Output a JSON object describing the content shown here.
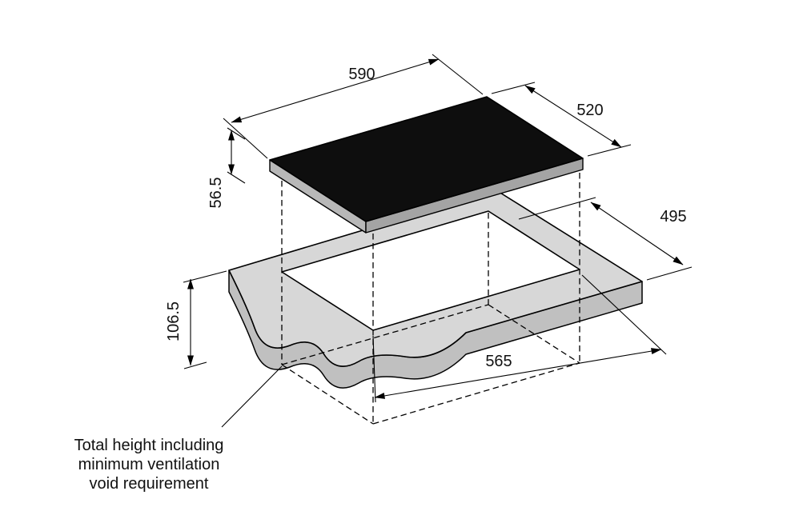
{
  "palette": {
    "background": "#ffffff",
    "line": "#000000",
    "hob_glass": "#0e0e0e",
    "hob_trim": "#b8b8b8",
    "hob_trim_dark": "#a4a4a4",
    "worktop": "#d7d7d7",
    "worktop_edge": "#c0c0c0"
  },
  "diagram": {
    "dimensions": {
      "hob_width": "590",
      "hob_depth": "520",
      "hob_height": "56.5",
      "cutout_depth": "495",
      "total_height": "106.5",
      "cutout_width": "565"
    },
    "note": {
      "line1": "Total height including",
      "line2": "minimum ventilation",
      "line3": "void  requirement"
    }
  }
}
